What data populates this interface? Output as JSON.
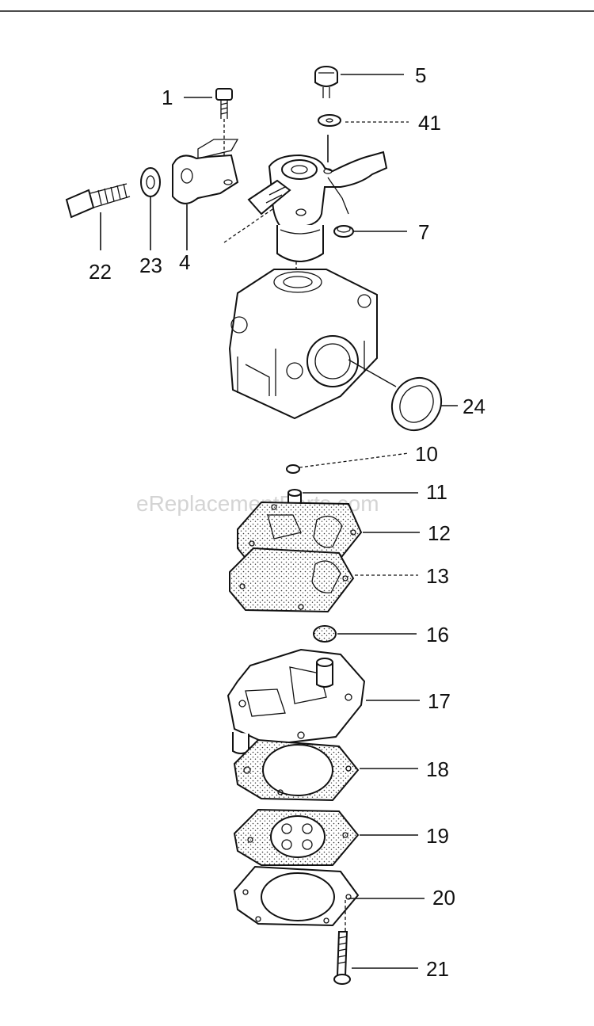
{
  "watermark": "eReplacementParts.com",
  "callouts": {
    "c1": "1",
    "c5": "5",
    "c41": "41",
    "c7": "7",
    "c22": "22",
    "c23": "23",
    "c4": "4",
    "c24": "24",
    "c10": "10",
    "c11": "11",
    "c12": "12",
    "c13": "13",
    "c16": "16",
    "c17": "17",
    "c18": "18",
    "c19": "19",
    "c20": "20",
    "c21": "21"
  }
}
